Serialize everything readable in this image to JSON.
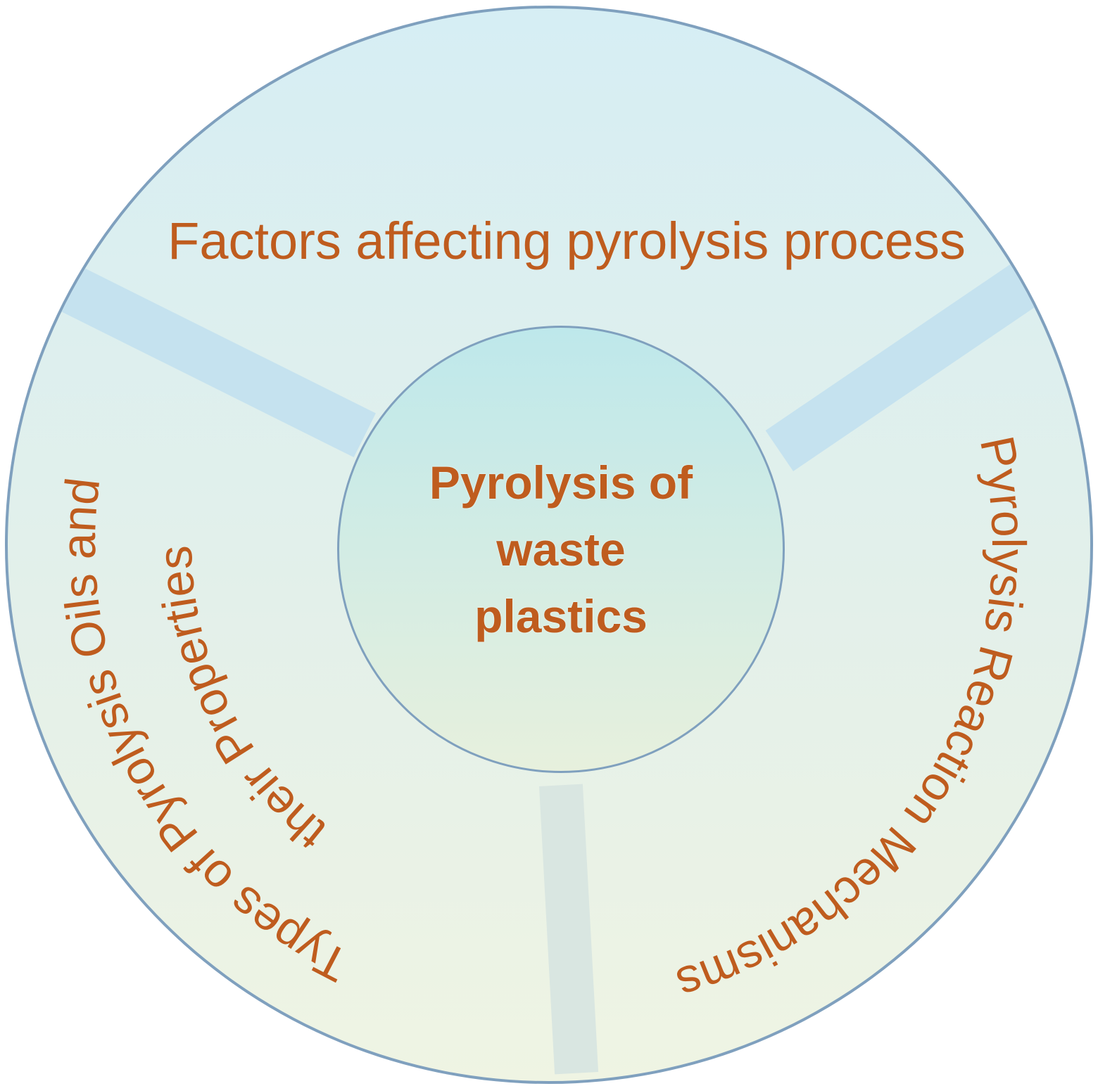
{
  "title": "Pyrolysis of waste plastics wheel diagram",
  "center": {
    "line1": "Pyrolysis of",
    "line2": "waste",
    "line3": "plastics"
  },
  "sectors": {
    "top": {
      "label": "Factors affecting pyrolysis process"
    },
    "right": {
      "label": "Pyrolysis Reaction Mechanisms"
    },
    "left": {
      "line1": "Types of Pyrolysis Oils and",
      "line2": "their Properties"
    }
  },
  "colors": {
    "label_text": "#bf5c1e",
    "circle_border": "#7fa0be",
    "outer_top": "#d6eef4",
    "outer_mid": "#e3f0ea",
    "outer_bottom": "#eff4e3",
    "inner_top": "#bee8eb",
    "inner_bottom": "#e7f0dd",
    "spoke_blue": "#c5e2ef",
    "spoke_green": "#d9e6e1"
  }
}
